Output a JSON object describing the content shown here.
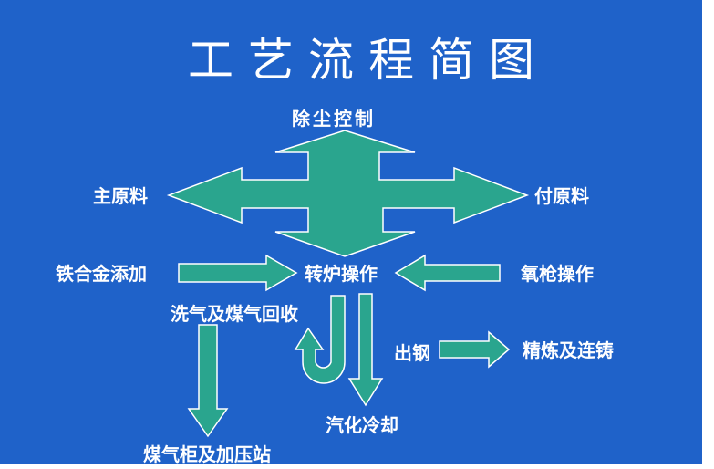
{
  "title": "工艺流程简图",
  "colors": {
    "background": "#1f62c9",
    "arrow_fill": "#2aa58e",
    "arrow_stroke": "#ffffff",
    "text": "#ffffff"
  },
  "nodes": {
    "dust_control": "除尘控制",
    "main_material": "主原料",
    "aux_material": "付原料",
    "ferroalloy": "铁合金添加",
    "converter": "转炉操作",
    "oxygen_lance": "氧枪操作",
    "gas_recovery": "洗气及煤气回收",
    "tapping": "出钢",
    "refining": "精炼及连铸",
    "steam_cooling": "汽化冷却",
    "gas_holder": "煤气柜及加压站"
  }
}
